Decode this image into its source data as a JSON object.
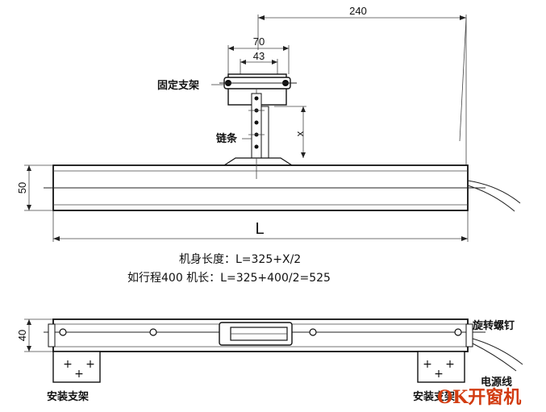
{
  "dimensions": {
    "d240": "240",
    "d70": "70",
    "d43": "43",
    "d50": "50",
    "d40": "40",
    "x": "x",
    "L": "L"
  },
  "labels": {
    "fixed_bracket": "固定支架",
    "chain": "链条",
    "mounting_bracket_left": "安装支架",
    "mounting_bracket_right": "安装支架",
    "rotating_screw": "旋转螺钉",
    "power_cord": "电源线"
  },
  "formulas": {
    "body_length": "机身长度：L=325+X/2",
    "example": "如行程400 机长：L=325+400/2=525"
  },
  "brand": "OK开窗机"
}
